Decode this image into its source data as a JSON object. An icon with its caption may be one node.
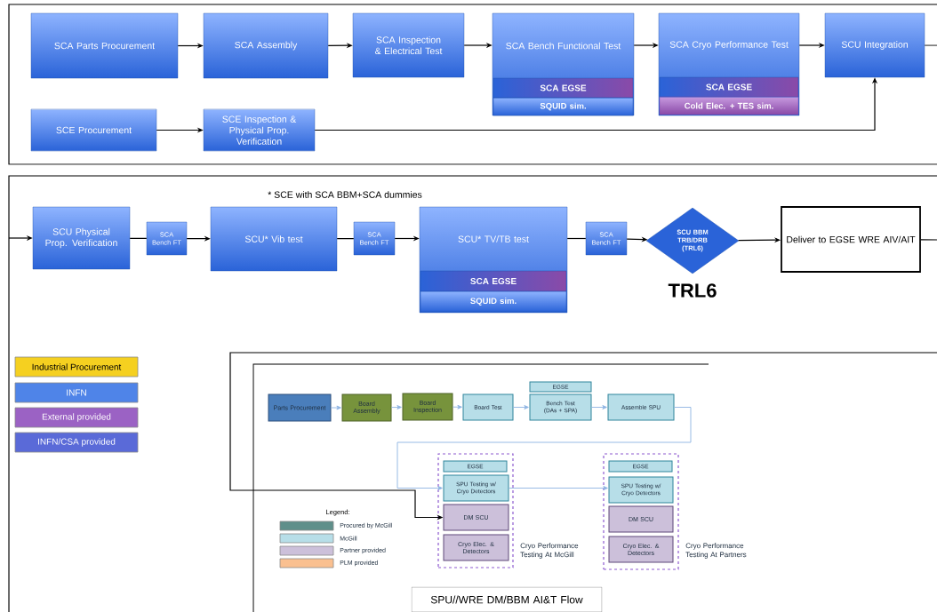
{
  "diagram": {
    "nodes": [
      {
        "text": [
          "SCA Parts Procurement"
        ]
      },
      {
        "text": [
          "SCA Assembly"
        ]
      },
      {
        "text": [
          "SCA Inspection & Electrical Test"
        ]
      },
      {
        "text": [
          "SCA Bench Functional Test"
        ]
      },
      {
        "text": [
          "SCA EGSE"
        ],
        "in": 3
      },
      {
        "text": [
          "SQUID sim."
        ],
        "in": 3
      },
      {
        "text": [
          "SCA Cryo Performance Test"
        ]
      },
      {
        "text": [
          "SCA EGSE"
        ],
        "in": 6
      },
      {
        "text": [
          "Cold Elec. + TES sim."
        ],
        "in": 6
      },
      {
        "text": [
          "SCU Integration"
        ]
      },
      {
        "text": [
          "SCE Procurement"
        ]
      },
      {
        "text": [
          "SCE Inspection & Physical Prop. Verification"
        ]
      },
      {
        "text": [
          "SCU Physical Prop. Verification"
        ]
      },
      {
        "text": [
          "SCA Bench FT"
        ]
      },
      {
        "text": [
          "SCU* Vib test"
        ]
      },
      {
        "text": [
          "SCA Bench FT"
        ]
      },
      {
        "text": [
          "SCU* TV/TB test"
        ]
      },
      {
        "text": [
          "SCA EGSE"
        ],
        "in": 16
      },
      {
        "text": [
          "SQUID sim."
        ],
        "in": 16
      },
      {
        "text": [
          "SCA Bench FT"
        ]
      },
      {
        "text": [
          "SCU BBM TRB/DRB (TRL6)"
        ],
        "beside": [
          "TRL6"
        ]
      },
      {
        "text": [
          "Deliver to EGSE WRE AIV/AIT"
        ]
      },
      {
        "text": [
          "Parts Procurement"
        ]
      },
      {
        "text": [
          "Board Assembly"
        ]
      },
      {
        "text": [
          "Board Inspection"
        ]
      },
      {
        "text": [
          "Board Test"
        ]
      },
      {
        "text": [
          "EGSE"
        ]
      },
      {
        "text": [
          "Bench Test (DAs + SPA)"
        ]
      },
      {
        "text": [
          "Assemble SPU"
        ]
      },
      {
        "text": [
          "Cryo Performance Testing At McGill"
        ]
      },
      {
        "text": [
          "EGSE"
        ],
        "in": 29
      },
      {
        "text": [
          "SPU Testing w/ Cryo Detectors"
        ],
        "in": 29
      },
      {
        "text": [
          "DM SCU"
        ],
        "in": 29
      },
      {
        "text": [
          "Cryo Elec. & Detectors"
        ],
        "in": 29
      },
      {
        "text": [
          "Cryo Performance Testing At Partners"
        ]
      },
      {
        "text": [
          "EGSE"
        ],
        "in": 34
      },
      {
        "text": [
          "SPU Testing w/ Cryo Detectors"
        ],
        "in": 34
      },
      {
        "text": [
          "DM SCU"
        ],
        "in": 34
      },
      {
        "text": [
          "Cryo Elec. & Detectors"
        ],
        "in": 34
      },
      {
        "text": [
          "SPU//WRE DM/BBM AI&T Flow"
        ]
      }
    ],
    "edges": [
      {
        "from": 0,
        "to": 1,
        "arrow": "to"
      },
      {
        "from": 1,
        "to": 2,
        "arrow": "to"
      },
      {
        "from": 2,
        "to": 3,
        "arrow": "to"
      },
      {
        "from": 3,
        "to": 6,
        "arrow": "to"
      },
      {
        "from": 6,
        "to": 9,
        "arrow": "to"
      },
      {
        "from": 9,
        "to": null,
        "arrow": "none"
      },
      {
        "from": 10,
        "to": 11,
        "arrow": "to"
      },
      {
        "from": 11,
        "to": 9,
        "arrow": "to"
      },
      {
        "from": null,
        "to": 12,
        "arrow": "to"
      },
      {
        "from": 12,
        "to": 13,
        "arrow": "none"
      },
      {
        "from": 13,
        "to": 14,
        "arrow": "to"
      },
      {
        "from": 14,
        "to": 15,
        "arrow": "none"
      },
      {
        "from": 15,
        "to": 16,
        "arrow": "to"
      },
      {
        "from": 16,
        "to": 19,
        "arrow": "none"
      },
      {
        "from": 19,
        "to": 20,
        "arrow": "to"
      },
      {
        "from": 20,
        "to": 21,
        "arrow": "to"
      },
      {
        "from": 21,
        "to": null,
        "arrow": "none"
      },
      {
        "from": null,
        "to": 32,
        "arrow": "to"
      },
      {
        "from": 22,
        "to": 23,
        "arrow": "to",
        "color": "#8db3e2"
      },
      {
        "from": 23,
        "to": 24,
        "arrow": "to",
        "color": "#8db3e2"
      },
      {
        "from": 24,
        "to": 25,
        "arrow": "to",
        "color": "#8db3e2"
      },
      {
        "from": 25,
        "to": 27,
        "arrow": "to",
        "color": "#8db3e2"
      },
      {
        "from": 27,
        "to": 28,
        "arrow": "to",
        "color": "#8db3e2"
      },
      {
        "from": 28,
        "to": 31,
        "arrow": "to",
        "color": "#8db3e2"
      },
      {
        "from": 31,
        "to": 36,
        "arrow": "to",
        "color": "#8db3e2"
      }
    ],
    "labels": [
      "* SCE with SCA BBM+SCA dummies",
      "Legend:"
    ],
    "legend": [
      {
        "text": "Industrial Procurement",
        "color": "#f5d020"
      },
      {
        "text": "INFN",
        "color": "#4f84e8"
      },
      {
        "text": "External provided",
        "color": "#9b62c4"
      },
      {
        "text": "INFN/CSA provided",
        "color": "#5a6ad8"
      },
      {
        "text": "Procured by McGill",
        "color": "#5f8f8a"
      },
      {
        "text": "McGill",
        "color": "#b7dee8"
      },
      {
        "text": "Partner provided",
        "color": "#ccc0da"
      },
      {
        "text": "PLM provided",
        "color": "#fac090"
      }
    ]
  }
}
